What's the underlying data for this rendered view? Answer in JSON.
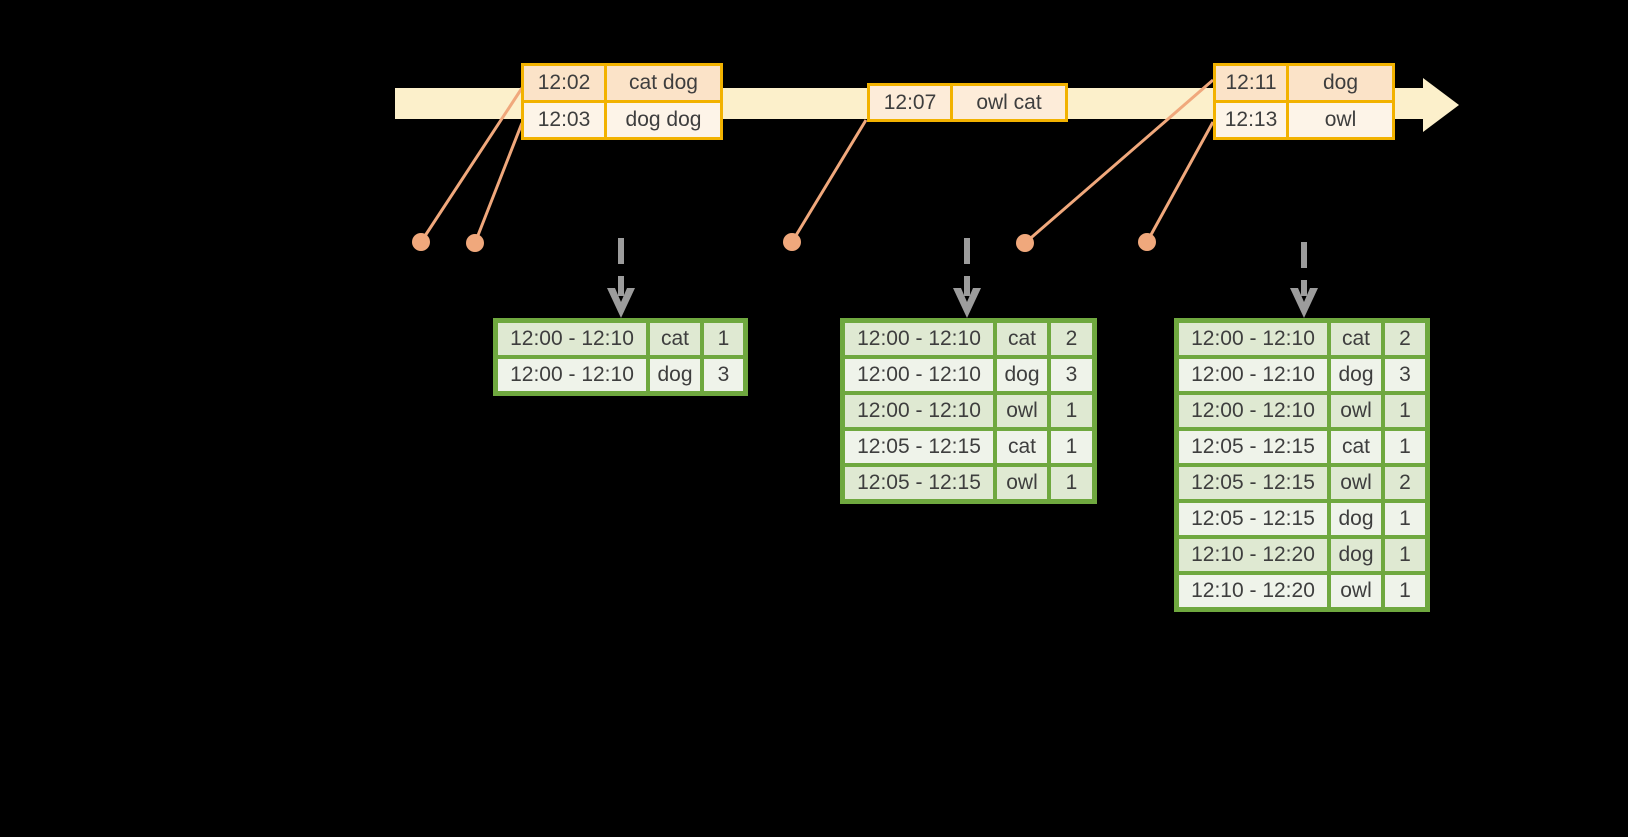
{
  "palette": {
    "bg": "#000000",
    "timeline-fill": "#fcf0cb",
    "event-border": "#f2b200",
    "event-row-dark": "#fbe3c8",
    "event-row-mid": "#fdecd9",
    "event-row-light": "#fdf4e8",
    "connector": "#f0a87c",
    "arrow-gray": "#9c9c9c",
    "table-green": "#6fa83f",
    "table-row-dark": "#dfe9d2",
    "table-row-light": "#eff3ea",
    "text-dark": "#3e3e3e"
  },
  "timeline": {
    "events": [
      {
        "rows": [
          {
            "time": "12:02",
            "words": "cat dog"
          },
          {
            "time": "12:03",
            "words": "dog dog"
          }
        ]
      },
      {
        "rows": [
          {
            "time": "12:07",
            "words": "owl cat"
          }
        ]
      },
      {
        "rows": [
          {
            "time": "12:11",
            "words": "dog"
          },
          {
            "time": "12:13",
            "words": "owl"
          }
        ]
      }
    ]
  },
  "result_tables": [
    {
      "rows": [
        [
          "12:00 - 12:10",
          "cat",
          "1"
        ],
        [
          "12:00 - 12:10",
          "dog",
          "3"
        ]
      ]
    },
    {
      "rows": [
        [
          "12:00 - 12:10",
          "cat",
          "2"
        ],
        [
          "12:00 - 12:10",
          "dog",
          "3"
        ],
        [
          "12:00 - 12:10",
          "owl",
          "1"
        ],
        [
          "12:05 - 12:15",
          "cat",
          "1"
        ],
        [
          "12:05 - 12:15",
          "owl",
          "1"
        ]
      ]
    },
    {
      "rows": [
        [
          "12:00 - 12:10",
          "cat",
          "2"
        ],
        [
          "12:00 - 12:10",
          "dog",
          "3"
        ],
        [
          "12:00 - 12:10",
          "owl",
          "1"
        ],
        [
          "12:05 - 12:15",
          "cat",
          "1"
        ],
        [
          "12:05 - 12:15",
          "owl",
          "2"
        ],
        [
          "12:05 - 12:15",
          "dog",
          "1"
        ],
        [
          "12:10 - 12:20",
          "dog",
          "1"
        ],
        [
          "12:10 - 12:20",
          "owl",
          "1"
        ]
      ]
    }
  ]
}
